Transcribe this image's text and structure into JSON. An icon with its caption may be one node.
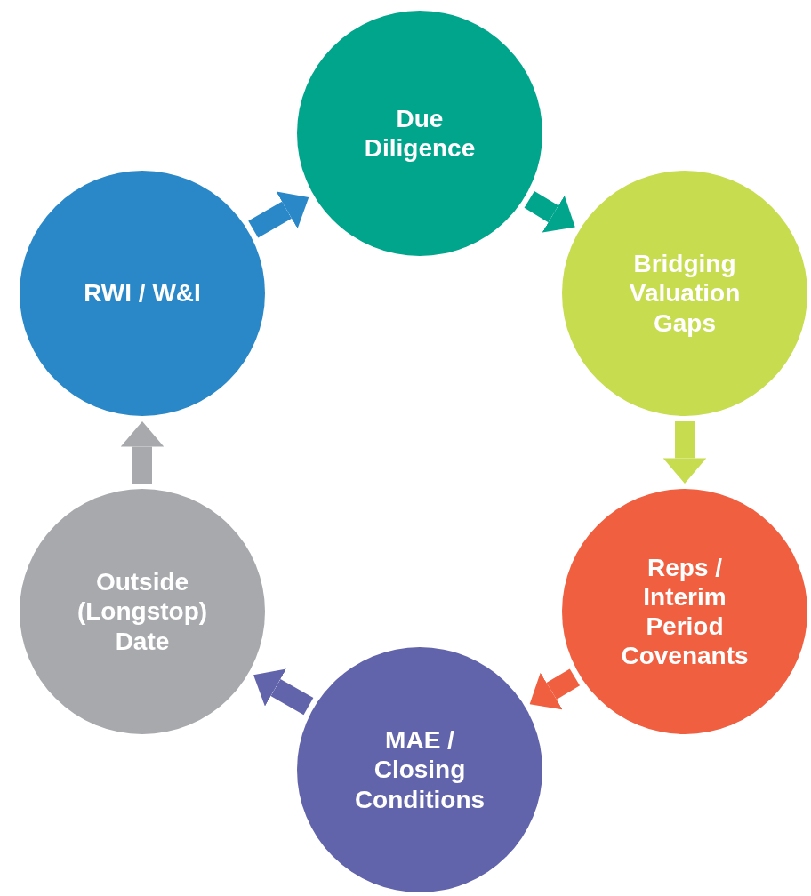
{
  "diagram": {
    "nodes": [
      {
        "text": [
          "Due Diligence"
        ]
      },
      {
        "text": [
          "Bridging Valuation Gaps"
        ]
      },
      {
        "text": [
          "Reps / Interim Period Covenants"
        ]
      },
      {
        "text": [
          "MAE / Closing Conditions"
        ]
      },
      {
        "text": [
          "Outside (Longstop) Date"
        ]
      },
      {
        "text": [
          "RWI / W&I"
        ]
      }
    ],
    "edges": [
      {
        "from": 5,
        "to": 0,
        "arrow": "to",
        "color": "#2a88c8"
      },
      {
        "from": 0,
        "to": 1,
        "arrow": "to",
        "color": "#00a58c"
      },
      {
        "from": 1,
        "to": 2,
        "arrow": "to",
        "color": "#c8dc50"
      },
      {
        "from": 2,
        "to": 3,
        "arrow": "to",
        "color": "#f05f40"
      },
      {
        "from": 3,
        "to": 4,
        "arrow": "to",
        "color": "#6264ab"
      },
      {
        "from": 4,
        "to": 5,
        "arrow": "to",
        "color": "#a7a9ac"
      }
    ]
  }
}
